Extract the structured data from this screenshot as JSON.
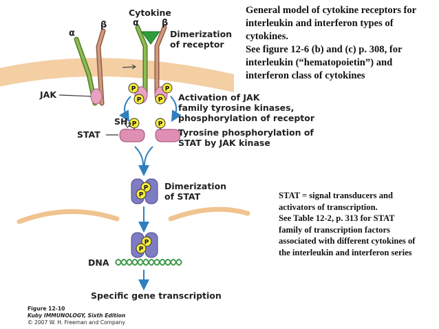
{
  "diagram": {
    "alpha": "α",
    "beta": "β",
    "cytokine": "Cytokine",
    "dimerization_receptor": [
      "Dimerization",
      "of receptor"
    ],
    "jak": "JAK",
    "sh2": "SH",
    "sh2_sub": "2",
    "stat": "STAT",
    "phospho": "P",
    "activation_jak": [
      "Activation of JAK",
      "family tyrosine kinases,",
      "phosphorylation of receptor"
    ],
    "tyrosine_phos": [
      "Tyrosine phosphorylation of",
      "STAT by JAK kinase"
    ],
    "dimerization_stat": [
      "Dimerization",
      "of STAT"
    ],
    "dna": "DNA",
    "transcription": "Specific gene transcription"
  },
  "captions": {
    "top": [
      "General model of cytokine receptors for",
      "interleukin and interferon types of",
      "cytokines.",
      "See figure 12-6 (b) and (c) p. 308, for",
      "interleukin (“hematopoietin”) and",
      "interferon class of cytokines"
    ],
    "bottom": [
      "STAT = signal transducers and",
      "activators of transcription.",
      "See Table 12-2, p. 313 for STAT",
      "family of transcription factors",
      "associated with different cytokines of",
      "the interleukin and interferon series"
    ]
  },
  "credit": {
    "figure": "Figure 12-10",
    "book": "Kuby IMMUNOLOGY, Sixth Edition",
    "copyright": "© 2007 W. H. Freeman and Company"
  },
  "colors": {
    "membrane": "#f3cfa3",
    "receptor_green": "#6f9a3f",
    "receptor_tan": "#c98c6e",
    "cytokine_green": "#2e9e3a",
    "phospho_yellow": "#f7ea3c",
    "stat_pink": "#de8fb3",
    "stat_purple": "#7e7cc2",
    "arrow_blue": "#2f7fbd",
    "dna_green": "#3f9a4a"
  }
}
